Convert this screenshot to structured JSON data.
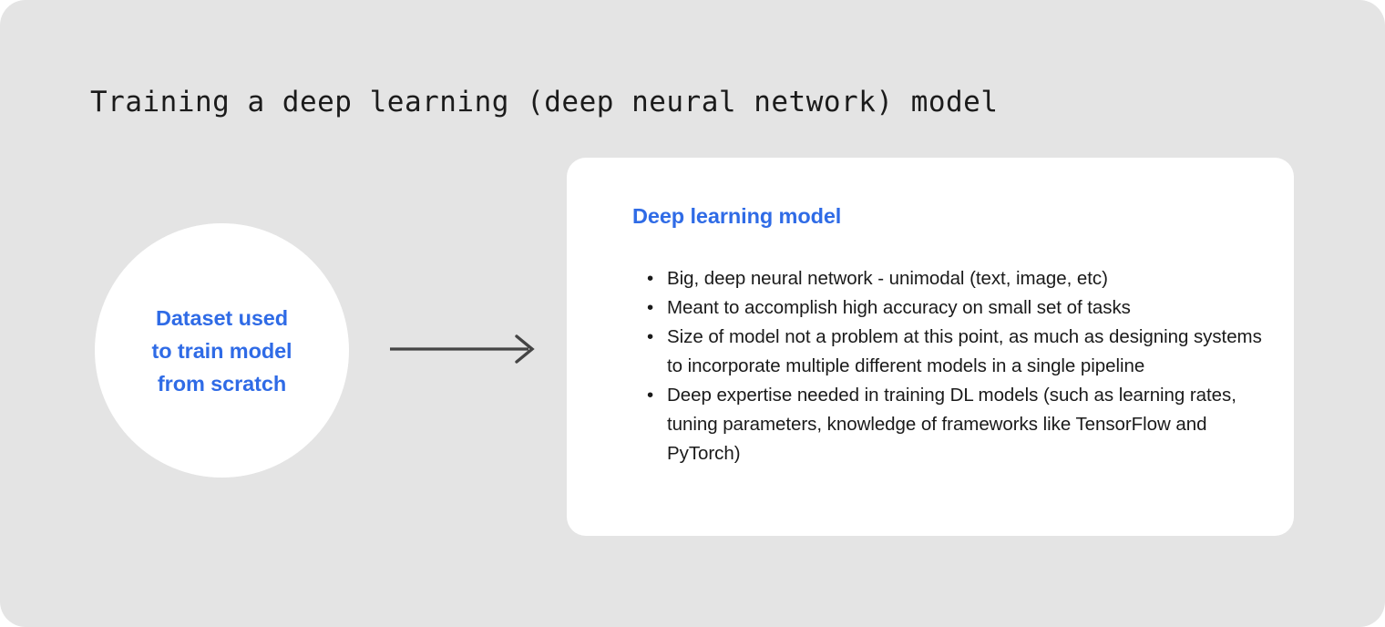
{
  "slide": {
    "title": "Training a deep learning (deep neural network) model",
    "background_color": "#e4e4e4",
    "accent_color": "#2f6be6",
    "text_color": "#1a1a1a",
    "surface_color": "#ffffff"
  },
  "source_node": {
    "shape": "circle",
    "lines": [
      "Dataset used",
      "to train model",
      "from scratch"
    ]
  },
  "connector": {
    "icon": "arrow-right-icon",
    "direction": "left-to-right",
    "color": "#444444"
  },
  "card": {
    "heading": "Deep learning model",
    "bullets": [
      "Big, deep neural network - unimodal (text, image, etc)",
      "Meant to accomplish high accuracy on small set of tasks",
      "Size of model not a problem at this point, as much as designing systems to incorporate multiple different models in a single pipeline",
      "Deep expertise needed in training DL models (such as learning rates, tuning parameters, knowledge of frameworks like TensorFlow and PyTorch)"
    ],
    "bullet_marker": "•"
  }
}
